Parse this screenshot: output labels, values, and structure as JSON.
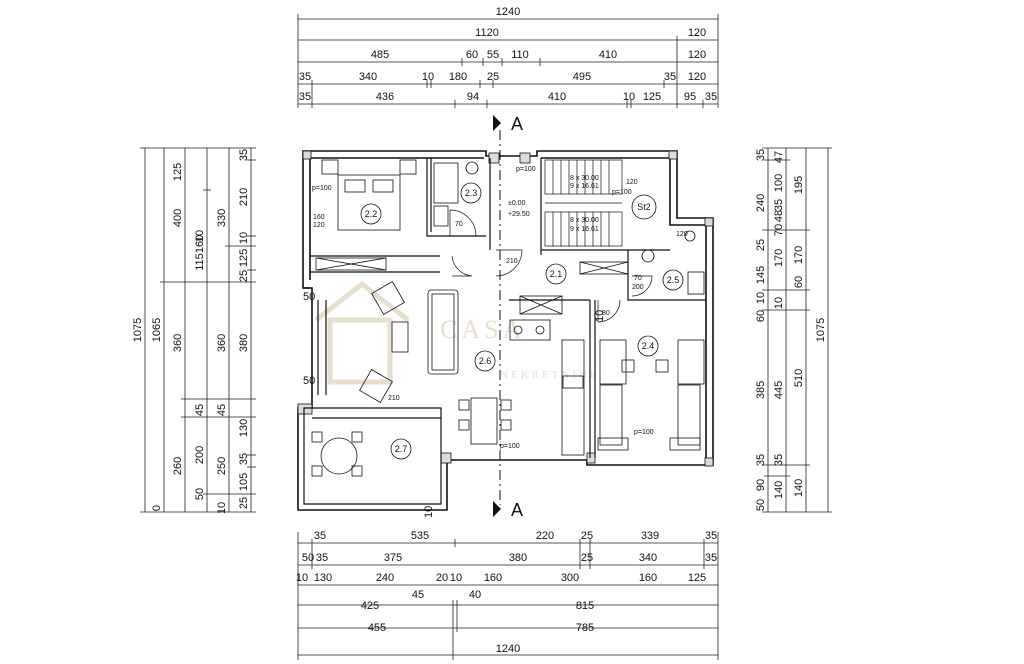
{
  "dims_top": [
    {
      "row": 0,
      "labels": [
        "1240"
      ]
    },
    {
      "row": 1,
      "labels": [
        "1120",
        "120"
      ]
    },
    {
      "row": 2,
      "labels": [
        "485",
        "60",
        "55",
        "110",
        "410",
        "120"
      ]
    },
    {
      "row": 3,
      "labels": [
        "35",
        "340",
        "10",
        "180",
        "25",
        "495",
        "35",
        "120"
      ]
    },
    {
      "row": 4,
      "labels": [
        "35",
        "436",
        "94",
        "410",
        "10",
        "125",
        "95",
        "35"
      ]
    }
  ],
  "dims_bottom": [
    {
      "row": 0,
      "labels": [
        "35",
        "535",
        "220",
        "25",
        "339",
        "35"
      ]
    },
    {
      "row": 1,
      "labels": [
        "50",
        "35",
        "375",
        "380",
        "25",
        "340",
        "35"
      ]
    },
    {
      "row": 2,
      "labels": [
        "10",
        "130",
        "240",
        "20",
        "10",
        "160",
        "300",
        "160",
        "125"
      ]
    },
    {
      "row": 3,
      "labels": [
        "45",
        "40"
      ]
    },
    {
      "row": 4,
      "labels": [
        "425",
        "815"
      ]
    },
    {
      "row": 5,
      "labels": [
        "455",
        "785"
      ]
    },
    {
      "row": 6,
      "labels": [
        "1240"
      ]
    }
  ],
  "dims_left": [
    {
      "col": 0,
      "labels": [
        "1075"
      ]
    },
    {
      "col": 1,
      "labels": [
        "1065"
      ]
    },
    {
      "col": 2,
      "labels": [
        "125",
        "400",
        "360",
        "260"
      ]
    },
    {
      "col": 3,
      "labels": [
        "160",
        "115",
        "45",
        "200",
        "50"
      ]
    },
    {
      "col": 4,
      "labels": [
        "330",
        "360",
        "45",
        "250"
      ]
    },
    {
      "col": 5,
      "labels": [
        "35",
        "210",
        "10",
        "125",
        "25",
        "380",
        "130",
        "35",
        "105",
        "25",
        "10"
      ]
    },
    {
      "col": 6,
      "labels": [
        "10",
        "0"
      ]
    }
  ],
  "dims_right": [
    {
      "col": 0,
      "labels": [
        "35",
        "240",
        "25",
        "145",
        "10",
        "60",
        "385",
        "35",
        "90",
        "50"
      ]
    },
    {
      "col": 1,
      "labels": [
        "47",
        "100",
        "35",
        "48",
        "70",
        "170",
        "10",
        "445",
        "35",
        "140"
      ]
    },
    {
      "col": 2,
      "labels": [
        "195",
        "170",
        "60",
        "510",
        "140"
      ]
    },
    {
      "col": 3,
      "labels": [
        "1075"
      ]
    }
  ],
  "rooms": {
    "r22": "2.2",
    "r23": "2.3",
    "r21": "2.1",
    "r25": "2.5",
    "r24": "2.4",
    "r26": "2.6",
    "r27": "2.7",
    "st2": "St2"
  },
  "section_label": "A",
  "notes": {
    "level_a": "±0.00",
    "level_b": "+29.50",
    "stair_1a": "8 x 30.00",
    "stair_1b": "9 x 16.61",
    "stair_2a": "8 x 30.00",
    "stair_2b": "9 x 16.61",
    "p100_a": "p=100",
    "p100_b": "p=100",
    "p100_c": "p=100",
    "p100_d": "p=100",
    "p100_e": "p=100",
    "w160": "160",
    "w120": "120",
    "d70a": "70",
    "d200a": "200",
    "d70b": "70",
    "d210a": "210",
    "d80": "80",
    "d210b": "210",
    "w120b": "120",
    "w120c": "120",
    "n50a": "50",
    "n50b": "50",
    "n10": "10",
    "n10b": "10"
  },
  "watermark": {
    "main": "CASA",
    "sub": "NEKRETNINE"
  }
}
